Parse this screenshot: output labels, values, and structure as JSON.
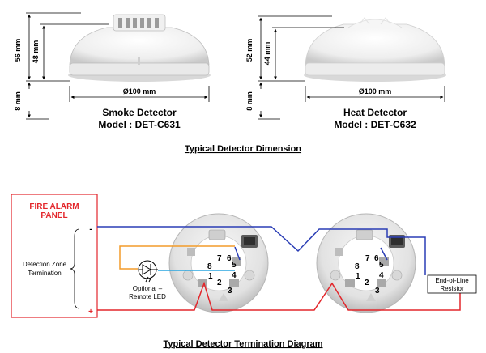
{
  "top": {
    "smoke": {
      "height_total": "56 mm",
      "height_body": "48 mm",
      "base": "8 mm",
      "diameter": "Ø100 mm",
      "name": "Smoke Detector",
      "model": "Model : DET-C631"
    },
    "heat": {
      "height_total": "52 mm",
      "height_body": "44 mm",
      "base": "8 mm",
      "diameter": "Ø100 mm",
      "name": "Heat Detector",
      "model": "Model : DET-C632"
    },
    "title": "Typical Detector Dimension"
  },
  "bottom": {
    "panel_line1": "FIRE ALARM",
    "panel_line2": "PANEL",
    "zone_line1": "Detection Zone",
    "zone_line2": "Termination",
    "minus": "-",
    "plus": "+",
    "led_line1": "Optional –",
    "led_line2": "Remote LED",
    "eol_line1": "End-of-Line",
    "eol_line2": "Resistor",
    "terminals": [
      "1",
      "2",
      "3",
      "4",
      "5",
      "6",
      "7",
      "8"
    ],
    "title": "Typical Detector Termination Diagram"
  },
  "colors": {
    "red": "#e3262b",
    "blue": "#2a3db5",
    "cyan": "#2aa6e0",
    "orange": "#f39c2a"
  }
}
